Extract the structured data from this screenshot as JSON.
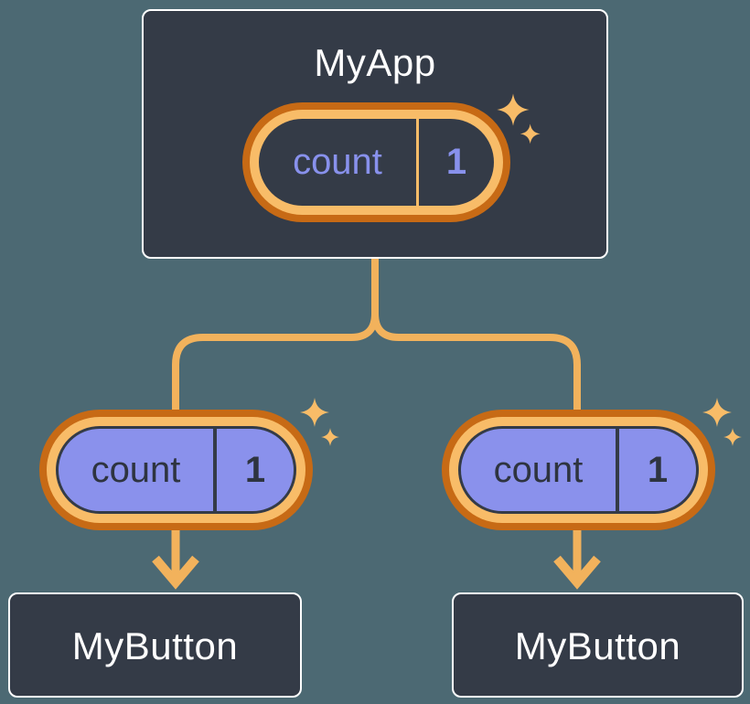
{
  "palette": {
    "background": "#4C6973",
    "node_fill": "#343B47",
    "node_border": "#FFFFFF",
    "orange_dark": "#C76A15",
    "orange_light": "#F8BC68",
    "connector": "#F2B25C",
    "purple": "#8891EC",
    "dark_text": "#2E3440",
    "title_text": "#FFFFFF"
  },
  "diagram": {
    "root": {
      "label": "MyApp",
      "pill": {
        "key": "count",
        "value": "1"
      }
    },
    "children": [
      {
        "label": "MyButton",
        "pill": {
          "key": "count",
          "value": "1"
        }
      },
      {
        "label": "MyButton",
        "pill": {
          "key": "count",
          "value": "1"
        }
      }
    ]
  }
}
